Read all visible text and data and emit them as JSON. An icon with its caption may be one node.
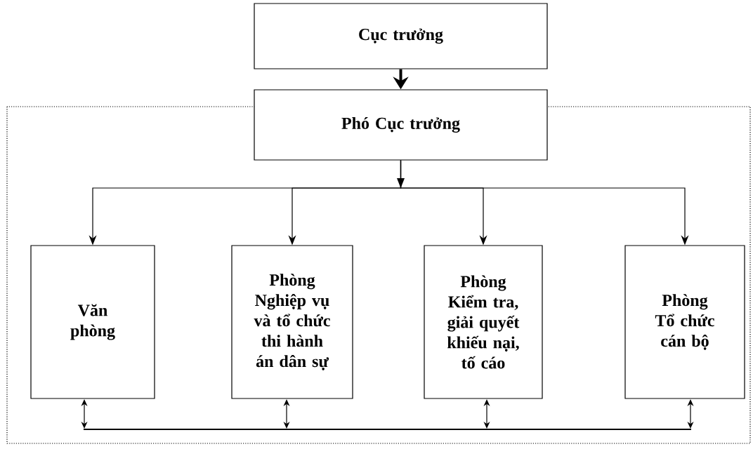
{
  "diagram": {
    "nodes": [
      {
        "text": [
          "Cục trưởng"
        ]
      },
      {
        "text": [
          "Phó Cục trưởng"
        ]
      },
      {
        "text": [
          "Văn phòng"
        ]
      },
      {
        "text": [
          "Phòng Nghiệp vụ và tổ chức thi hành án dân sự"
        ]
      },
      {
        "text": [
          "Phòng Kiểm tra, giải quyết khiếu nại, tố cáo"
        ]
      },
      {
        "text": [
          "Phòng Tổ chức cán bộ"
        ]
      },
      {
        "text": [],
        "shape": "bar"
      }
    ],
    "edges": [
      {
        "from": 0,
        "to": 1,
        "arrow": "to",
        "style": "thick"
      },
      {
        "from": 1,
        "to": 2,
        "arrow": "to"
      },
      {
        "from": 1,
        "to": 3,
        "arrow": "to"
      },
      {
        "from": 1,
        "to": 4,
        "arrow": "to"
      },
      {
        "from": 1,
        "to": 5,
        "arrow": "to"
      },
      {
        "from": 2,
        "to": 6,
        "arrow": "both"
      },
      {
        "from": 3,
        "to": 6,
        "arrow": "both"
      },
      {
        "from": 4,
        "to": 6,
        "arrow": "both"
      },
      {
        "from": 5,
        "to": 6,
        "arrow": "both"
      }
    ]
  }
}
